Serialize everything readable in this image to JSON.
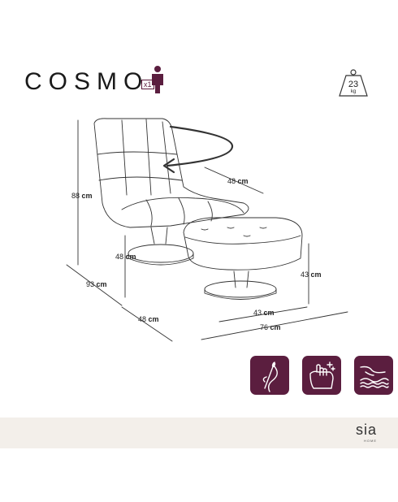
{
  "product": {
    "name": "COSMO",
    "quantity": "x1",
    "weight": "23",
    "weight_unit": "kg"
  },
  "dimensions": {
    "chair_height": {
      "value": "88",
      "unit": "cm"
    },
    "seat_width": {
      "value": "48",
      "unit": "cm"
    },
    "seat_height": {
      "value": "48",
      "unit": "cm"
    },
    "chair_depth": {
      "value": "93",
      "unit": "cm"
    },
    "chair_base_width": {
      "value": "48",
      "unit": "cm"
    },
    "ottoman_height": {
      "value": "43",
      "unit": "cm"
    },
    "ottoman_width": {
      "value": "43",
      "unit": "cm"
    },
    "total_width": {
      "value": "76",
      "unit": "cm"
    }
  },
  "features": [
    {
      "icon": "needle-thread-icon"
    },
    {
      "icon": "cleaning-cloth-icon"
    },
    {
      "icon": "soft-comfort-icon"
    }
  ],
  "brand": {
    "name": "sia",
    "sub": "HOME"
  },
  "colors": {
    "accent": "#5b1e3f",
    "footer": "#f3efea"
  }
}
